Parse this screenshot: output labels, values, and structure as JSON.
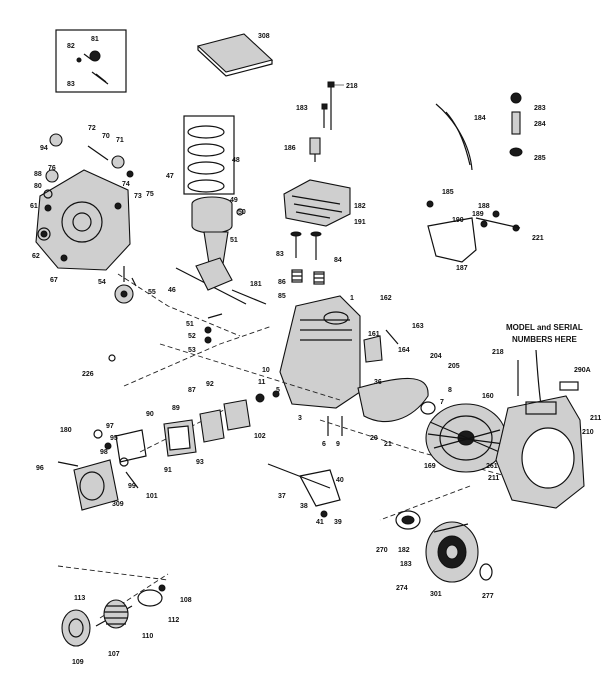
{
  "labels": {
    "l82": "82",
    "l81": "81",
    "l83": "83",
    "l308": "308",
    "l218a": "218",
    "l183a": "183",
    "l186": "186",
    "l184": "184",
    "l283": "283",
    "l284": "284",
    "l285": "285",
    "l94": "94",
    "l72": "72",
    "l70": "70",
    "l71": "71",
    "l76": "76",
    "l88": "88",
    "l80": "80",
    "l74": "74",
    "l73": "73",
    "l75": "75",
    "l47": "47",
    "l48": "48",
    "l49": "49",
    "l50": "50",
    "l182": "182",
    "l191": "191",
    "l185": "185",
    "l188": "188",
    "l189": "189",
    "l190": "190",
    "l221": "221",
    "l187": "187",
    "l61": "61",
    "l62": "62",
    "l67": "67",
    "l51": "51",
    "l83b": "83",
    "l84b": "84",
    "l54": "54",
    "l55": "55",
    "l46": "46",
    "l181": "181",
    "l85": "85",
    "l86": "86",
    "l51b": "51",
    "l52": "52",
    "l53": "53",
    "l1": "1",
    "l162": "162",
    "l163": "163",
    "l161": "161",
    "l164": "164",
    "l226": "226",
    "l204": "204",
    "l205": "205",
    "l218b": "218",
    "l290a": "290A",
    "l8": "8",
    "l7": "7",
    "l160": "160",
    "l211a": "211",
    "l210": "210",
    "l90": "90",
    "l89": "89",
    "l87": "87",
    "l92": "92",
    "l11": "11",
    "l10": "10",
    "l5": "5",
    "l3": "3",
    "l102": "102",
    "l36": "36",
    "l180": "180",
    "l97": "97",
    "l95": "95",
    "l98": "98",
    "l93": "93",
    "l91": "91",
    "l99": "99",
    "l101": "101",
    "l96": "96",
    "l309": "309",
    "l6": "6",
    "l9": "9",
    "l20": "20",
    "l21": "21",
    "l169": "169",
    "l261": "261",
    "l211b": "211",
    "l37": "37",
    "l38": "38",
    "l40": "40",
    "l41": "41",
    "l39": "39",
    "l270": "270",
    "l182b": "182",
    "l183b": "183",
    "l274": "274",
    "l301": "301",
    "l277": "277",
    "l113": "113",
    "l108": "108",
    "l112": "112",
    "l110": "110",
    "l109": "109",
    "l107": "107"
  },
  "note": {
    "line1": "MODEL and SERIAL",
    "line2": "NUMBERS HERE"
  }
}
